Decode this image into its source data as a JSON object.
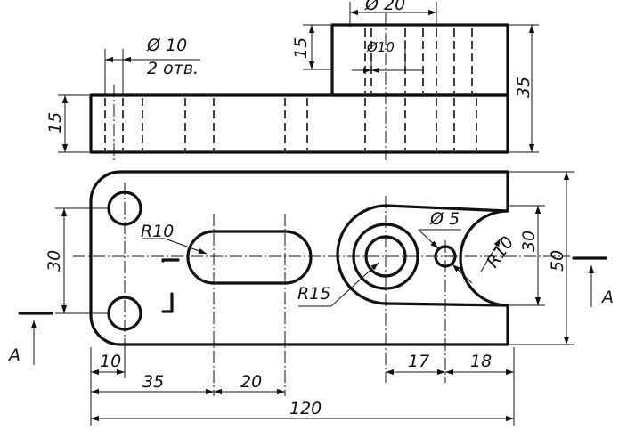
{
  "drawing": {
    "top_view": {
      "hole_2x": {
        "diameter": "Ø 10",
        "note": "2 отв."
      },
      "boss_outer": "Ø 20",
      "boss_inner": "Ø10",
      "base_height": "15",
      "boss_height": "15",
      "total_height": "35"
    },
    "plan_view": {
      "hole_spacing": "30",
      "slot_radius": "R10",
      "large_radius": "R15",
      "small_hole": "Ø 5",
      "notch_radius": "R10",
      "notch_width": "30",
      "overall_width": "50",
      "d10": "10",
      "d35": "35",
      "d20": "20",
      "d17": "17",
      "d18": "18",
      "overall_length": "120"
    },
    "section_marks": {
      "left": "A",
      "right": "A"
    }
  }
}
